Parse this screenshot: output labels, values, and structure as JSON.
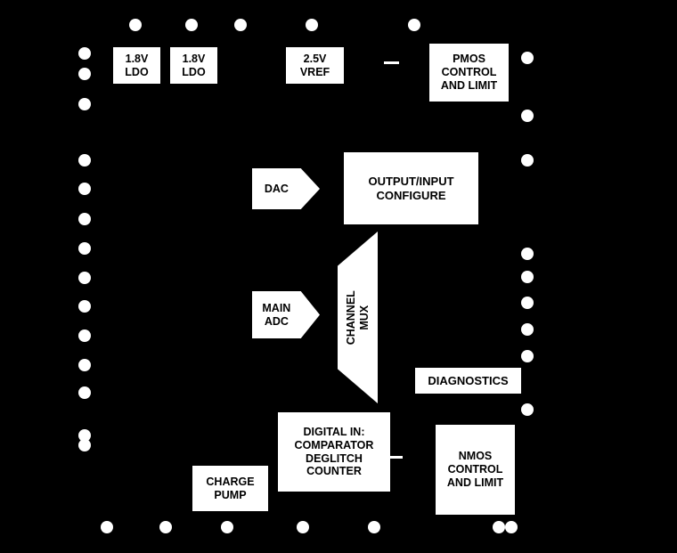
{
  "diagram": {
    "type": "ic-functional-block-diagram",
    "colors": {
      "background": "#000000",
      "block_fill": "#ffffff",
      "block_text": "#000000",
      "pin_dot": "#ffffff"
    },
    "blocks": {
      "ldo_1": "1.8V\nLDO",
      "ldo_2": "1.8V\nLDO",
      "vref": "2.5V\nVREF",
      "pmos_control": "PMOS\nCONTROL\nAND LIMIT",
      "dac": "DAC",
      "output_input_configure": "OUTPUT/INPUT\nCONFIGURE",
      "main_adc": "MAIN\nADC",
      "channel_mux": "CHANNEL\nMUX",
      "diagnostics": "DIAGNOSTICS",
      "digital_in_comparator": "DIGITAL IN:\nCOMPARATOR\nDEGLITCH\nCOUNTER",
      "charge_pump": "CHARGE\nPUMP",
      "nmos_control": "NMOS\nCONTROL\nAND LIMIT"
    }
  }
}
